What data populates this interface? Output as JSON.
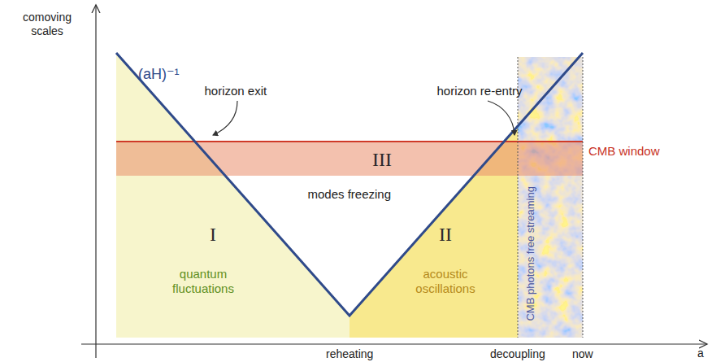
{
  "diagram": {
    "nodes": [
      {
        "text": [
          "I",
          "quantum fluctuations"
        ]
      },
      {
        "text": [
          "II",
          "acoustic oscillations"
        ]
      },
      {
        "text": [
          "III"
        ]
      },
      {
        "text": [
          "CMB photons free streaming"
        ]
      }
    ],
    "labels": [
      "comoving scales",
      "(aH)⁻¹",
      "horizon exit",
      "horizon re-entry",
      "modes freezing",
      "CMB window",
      "reheating",
      "decoupling",
      "now",
      "a"
    ]
  }
}
